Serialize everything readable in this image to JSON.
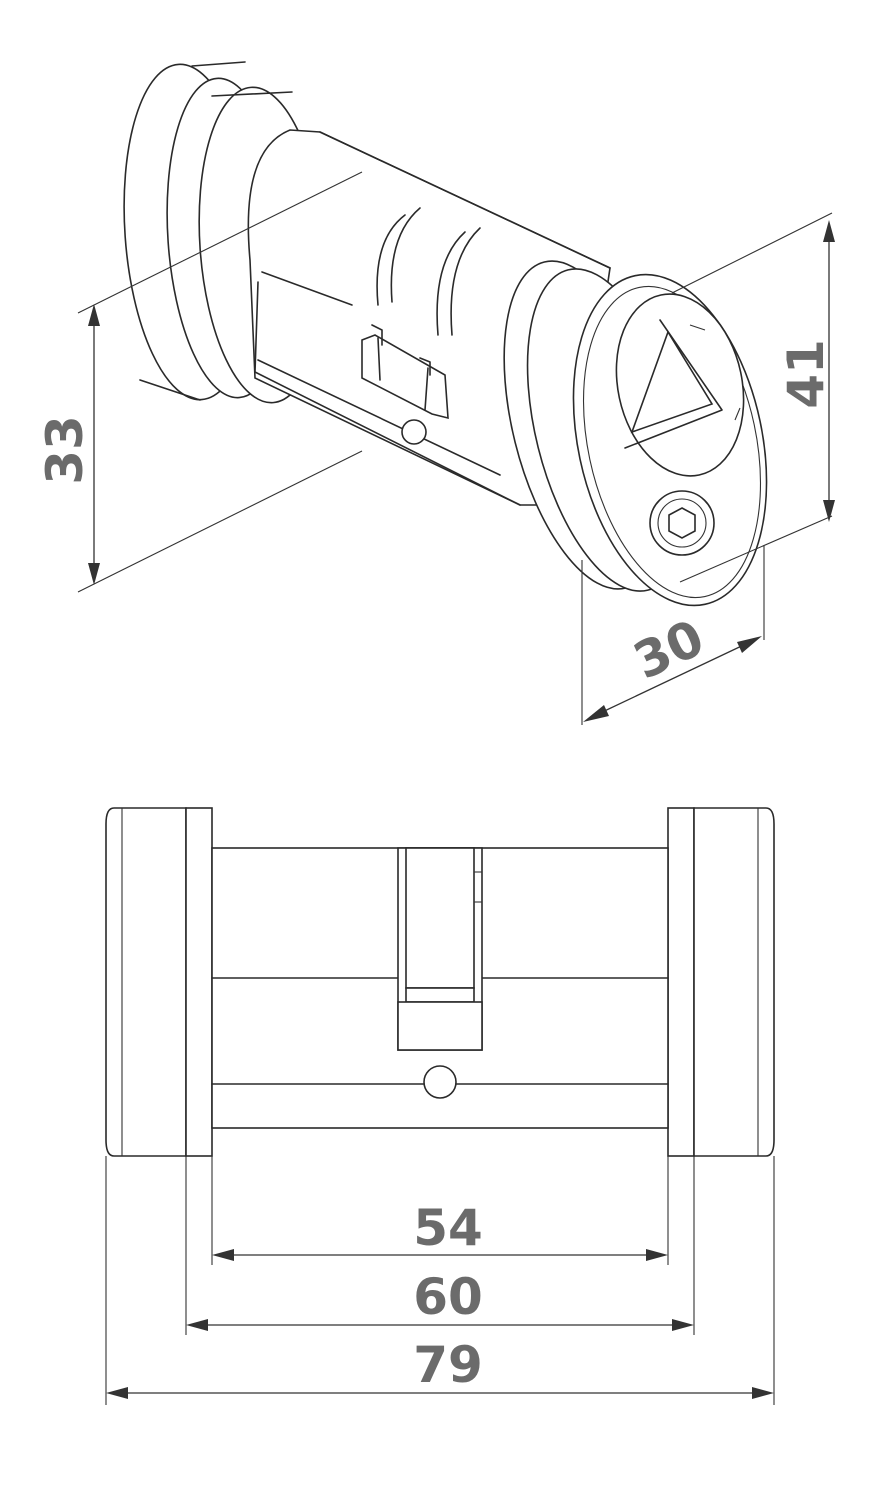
{
  "diagram": {
    "colors": {
      "line": "#2a2a2a",
      "dimension_text": "#6b6b6b"
    },
    "dimensions": {
      "flange_height": "33",
      "knob_height": "41",
      "knob_width": "30",
      "inner_length": "54",
      "body_length": "60",
      "overall_length": "79"
    }
  }
}
